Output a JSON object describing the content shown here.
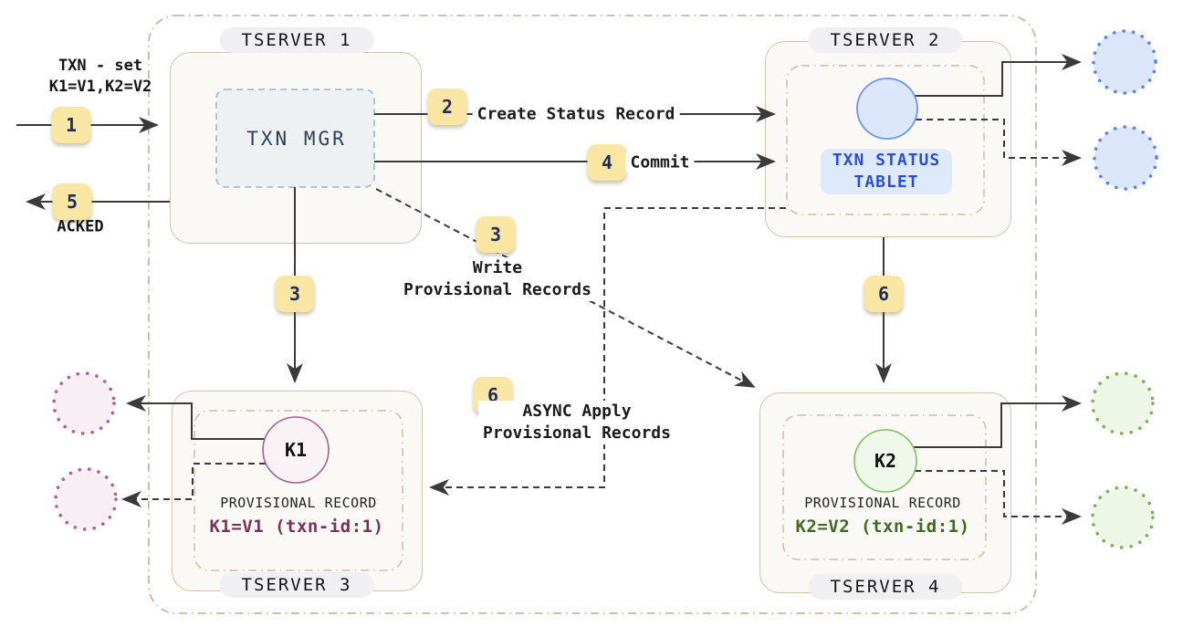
{
  "client": {
    "request_line1": "TXN - set",
    "request_line2": "K1=V1,K2=V2",
    "ack_label": "ACKED"
  },
  "steps": {
    "s1": {
      "num": "1"
    },
    "s2": {
      "num": "2",
      "label": "Create Status Record"
    },
    "s3": {
      "num": "3",
      "label_line1": "Write",
      "label_line2": "Provisional Records"
    },
    "s4": {
      "num": "4",
      "label": "Commit"
    },
    "s5": {
      "num": "5"
    },
    "s6": {
      "num": "6",
      "label_line1": "ASYNC Apply",
      "label_line2": "Provisional Records"
    }
  },
  "servers": {
    "tserver1": {
      "title": "TSERVER 1",
      "txn_mgr_label": "TXN MGR"
    },
    "tserver2": {
      "title": "TSERVER 2",
      "tablet_line1": "TXN STATUS",
      "tablet_line2": "TABLET"
    },
    "tserver3": {
      "title": "TSERVER 3",
      "key": "K1",
      "record_title": "PROVISIONAL RECORD",
      "record_value": "K1=V1 (txn-id:1)"
    },
    "tserver4": {
      "title": "TSERVER 4",
      "key": "K2",
      "record_title": "PROVISIONAL RECORD",
      "record_value": "K2=V2 (txn-id:1)"
    }
  },
  "colors": {
    "badge_bg": "#f8e6a2",
    "badge_text": "#232a5c",
    "server_border": "#d8c0aa",
    "boundary_border": "#ccb6a0",
    "txn_mgr_border": "#a4bed2",
    "txn_mgr_bg": "#edf1f1",
    "status_blue_text": "#2b4fd2",
    "status_circle_stroke": "#6f93ee",
    "status_circle_fill": "#dce7fb",
    "k1_stroke": "#a8638b",
    "k1_fill": "#faf3f6",
    "k2_stroke": "#82bd66",
    "k2_fill": "#eff7ea",
    "record_maroon": "#7c3159",
    "record_green": "#3e6b23",
    "arrow": "#3a3a3a"
  }
}
